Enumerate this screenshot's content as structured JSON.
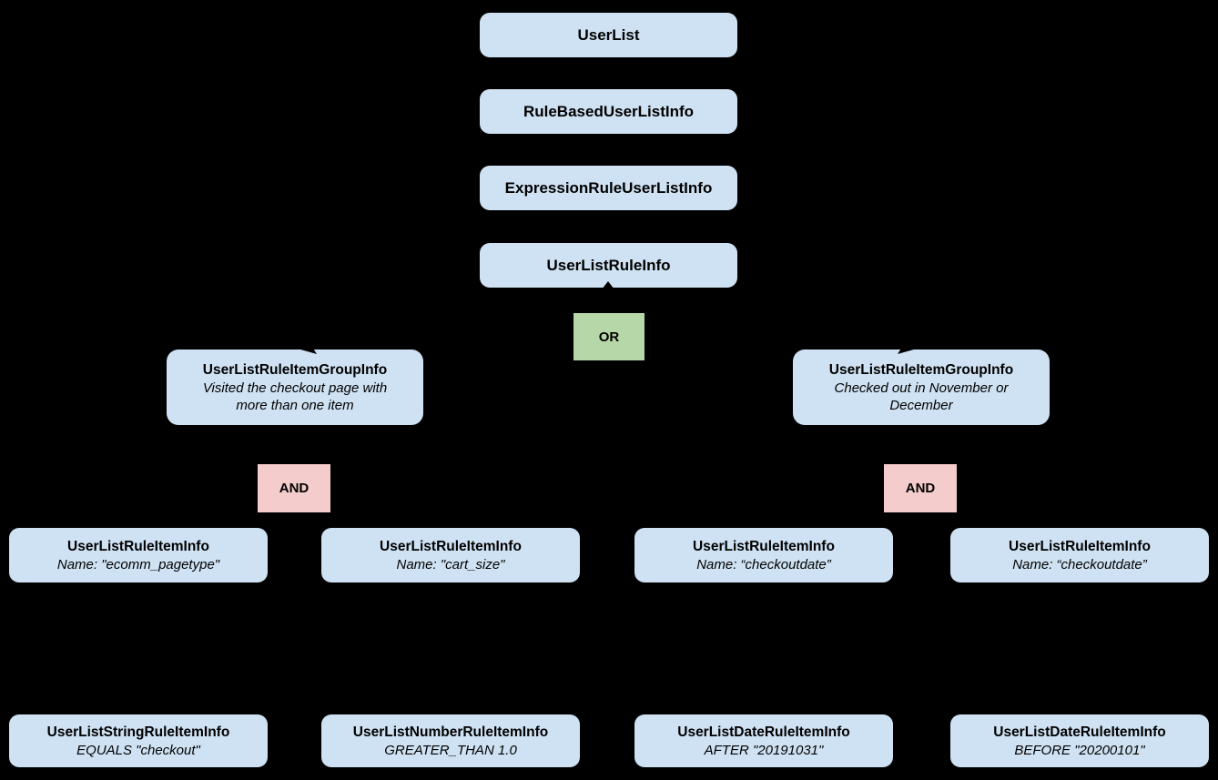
{
  "diagram": {
    "colors": {
      "background": "#000000",
      "node_fill": "#cfe2f3",
      "or_fill": "#b6d7a8",
      "and_fill": "#f4cccc",
      "text": "#000000"
    },
    "stack": [
      {
        "label": "UserList"
      },
      {
        "label": "RuleBasedUserListInfo"
      },
      {
        "label": "ExpressionRuleUserListInfo"
      },
      {
        "label": "UserListRuleInfo"
      }
    ],
    "or_label": "OR",
    "groups": [
      {
        "title": "UserListRuleItemGroupInfo",
        "description": "Visited the checkout page with more than one item",
        "operator": "AND",
        "items": [
          {
            "title": "UserListRuleItemInfo",
            "description": "Name: \"ecomm_pagetype\"",
            "operand": {
              "title": "UserListStringRuleItemInfo",
              "description": "EQUALS \"checkout\""
            }
          },
          {
            "title": "UserListRuleItemInfo",
            "description": "Name: \"cart_size\"",
            "operand": {
              "title": "UserListNumberRuleItemInfo",
              "description": "GREATER_THAN 1.0"
            }
          }
        ]
      },
      {
        "title": "UserListRuleItemGroupInfo",
        "description": "Checked out in November or December",
        "operator": "AND",
        "items": [
          {
            "title": "UserListRuleItemInfo",
            "description": "Name: “checkoutdate”",
            "operand": {
              "title": "UserListDateRuleItemInfo",
              "description": "AFTER \"20191031\""
            }
          },
          {
            "title": "UserListRuleItemInfo",
            "description": "Name: “checkoutdate”",
            "operand": {
              "title": "UserListDateRuleItemInfo",
              "description": "BEFORE \"20200101\""
            }
          }
        ]
      }
    ]
  }
}
